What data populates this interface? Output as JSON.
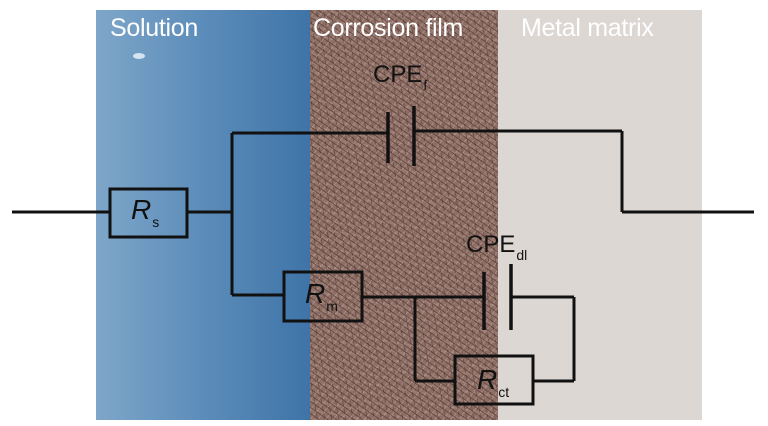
{
  "regions": {
    "solution": "Solution",
    "film": "Corrosion film",
    "metal": "Metal matrix"
  },
  "components": {
    "cpe_f": {
      "main": "CPE",
      "sub": "f"
    },
    "cpe_dl": {
      "main": "CPE",
      "sub": "dl"
    },
    "r_s": {
      "main": "R",
      "sub": "s"
    },
    "r_m": {
      "main": "R",
      "sub": "m"
    },
    "r_ct": {
      "main": "R",
      "sub": "ct"
    }
  },
  "colors": {
    "solution": "#5f8fbb",
    "film": "#8e6f66",
    "metal": "#ddd7d4",
    "wire": "#111111"
  }
}
